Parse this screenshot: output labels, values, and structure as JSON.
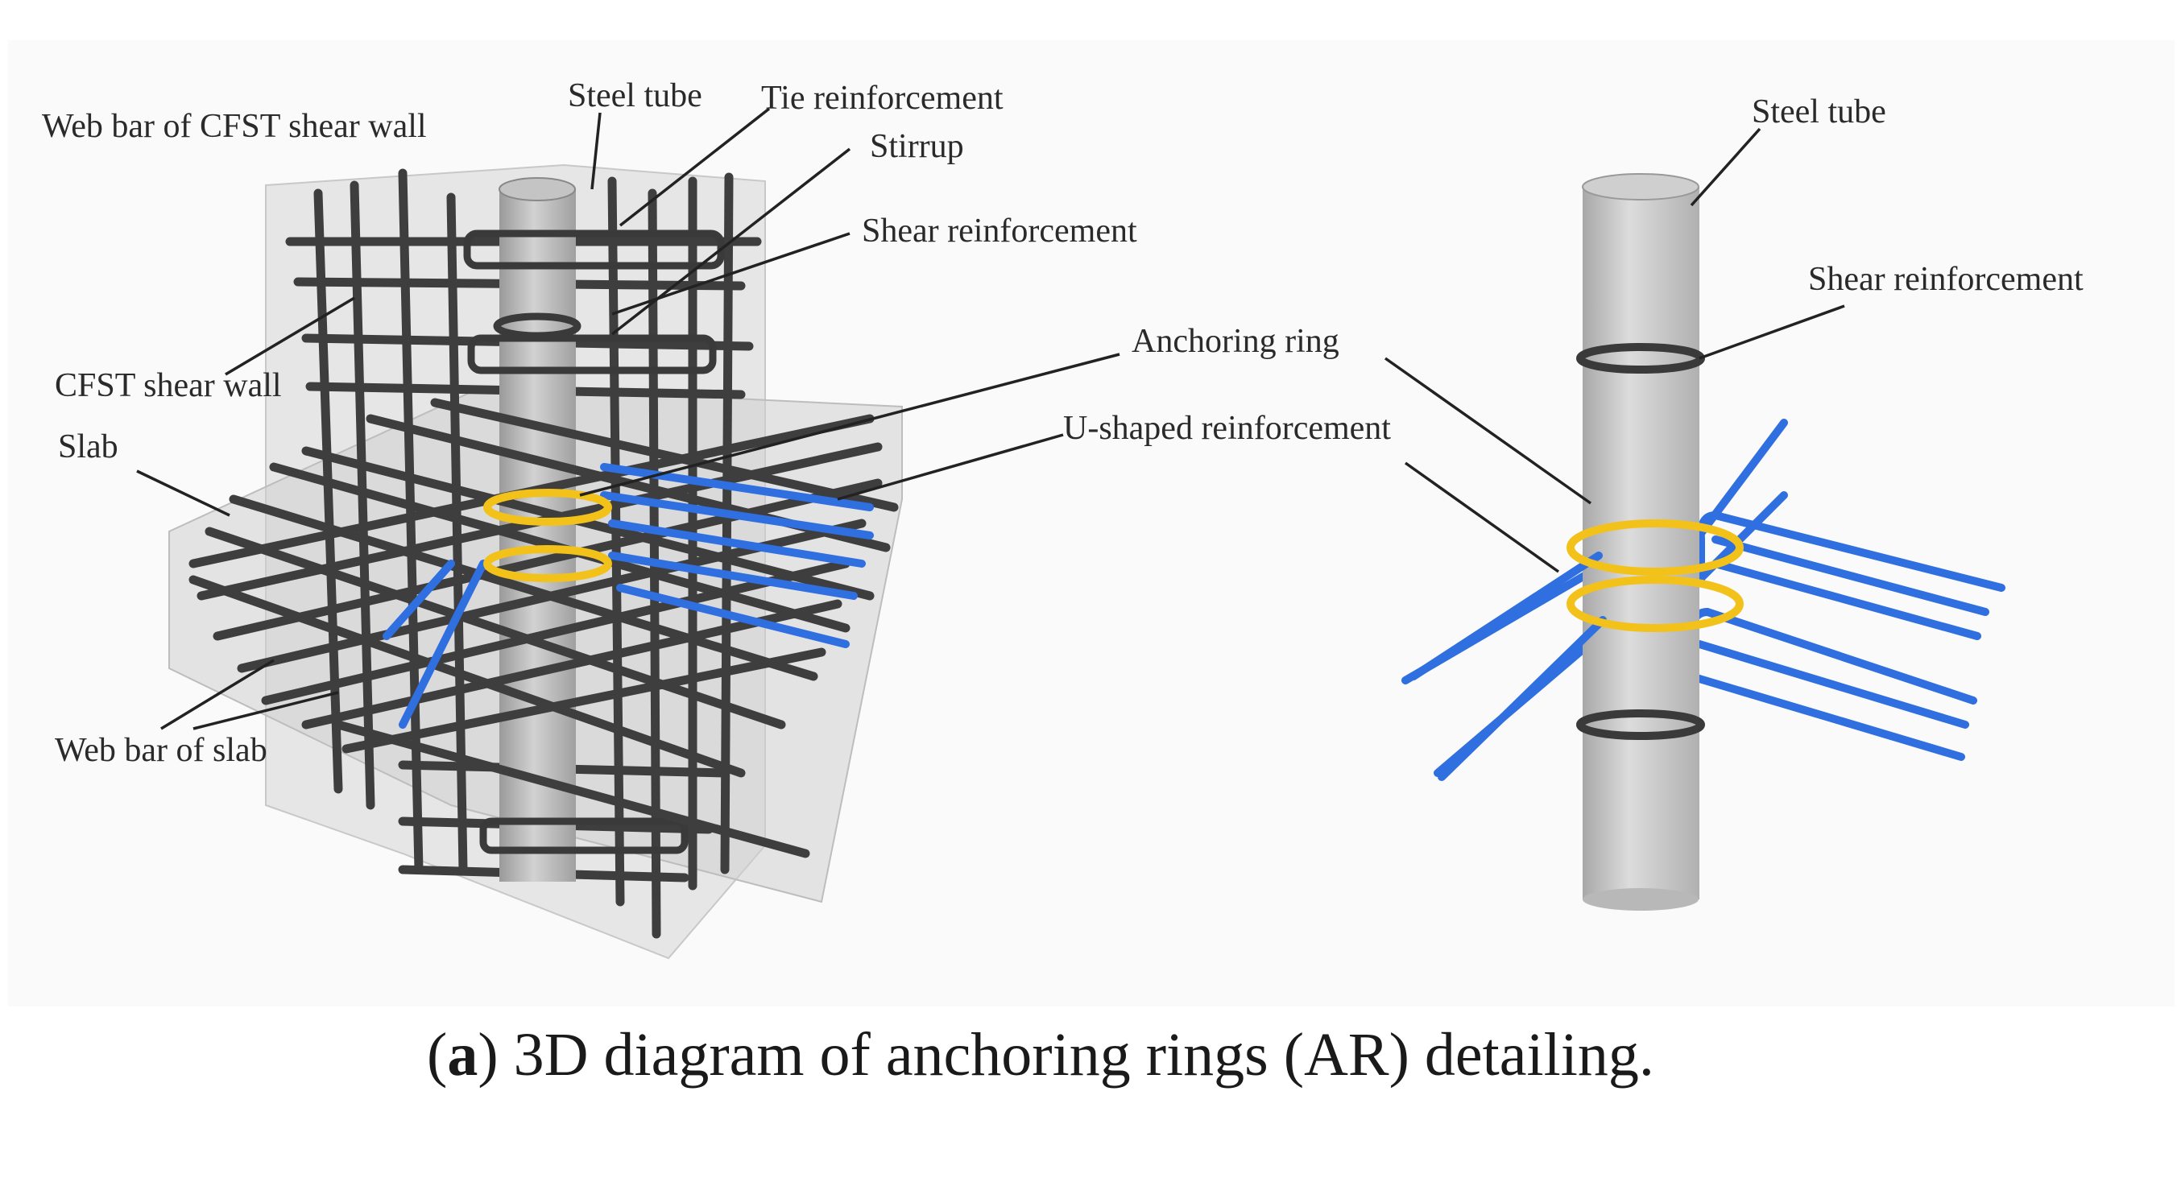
{
  "left_panel": {
    "labels": {
      "web_bar_wall": "Web bar of CFST shear wall",
      "steel_tube": "Steel tube",
      "tie_reinforcement": "Tie reinforcement",
      "stirrup": "Stirrup",
      "shear_reinforcement": "Shear reinforcement",
      "cfst_shear_wall": "CFST shear wall",
      "slab": "Slab",
      "anchoring_ring": "Anchoring ring",
      "u_shaped": "U-shaped reinforcement",
      "web_bar_slab": "Web bar of slab"
    }
  },
  "right_panel": {
    "labels": {
      "steel_tube": "Steel tube",
      "shear_reinforcement": "Shear reinforcement"
    }
  },
  "caption": {
    "paren_open": "(",
    "letter": "a",
    "text": ") 3D diagram of anchoring rings (AR) detailing."
  },
  "colors": {
    "rebar": "#3e3e3e",
    "u_shaped": "#2f6fe0",
    "anchoring_ring": "#f2c21a",
    "tube": "#b8b8b8",
    "concrete": "#d9d9d9"
  }
}
